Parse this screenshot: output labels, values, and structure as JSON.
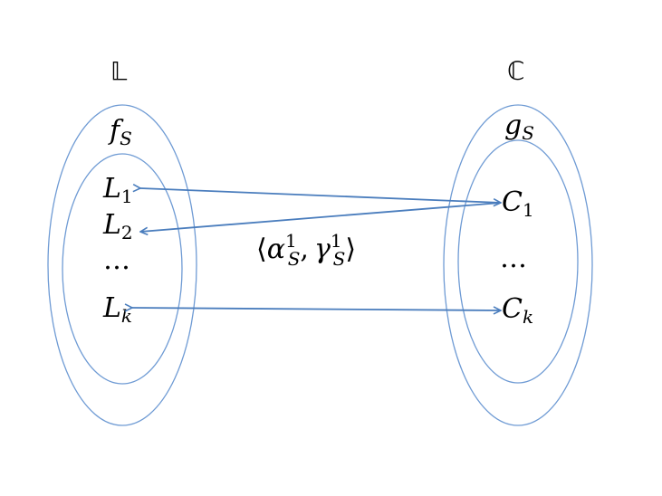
{
  "left_set": {
    "symbol": "𝕃",
    "func": {
      "base": "f",
      "sub": "S"
    },
    "items": [
      {
        "base": "L",
        "sub": "1"
      },
      {
        "base": "L",
        "sub": "2"
      },
      {
        "ellipsis": "…"
      },
      {
        "base": "L",
        "sub": "k"
      }
    ]
  },
  "right_set": {
    "symbol": "ℂ",
    "func": {
      "base": "g",
      "sub": "S"
    },
    "items": [
      {
        "base": "C",
        "sub": "1"
      },
      {
        "ellipsis": "…"
      },
      {
        "base": "C",
        "sub": "k"
      }
    ]
  },
  "mapping_label": {
    "open": "⟨",
    "alpha": "α",
    "sep": ",",
    "gamma": "γ",
    "sup": "1",
    "sub": "S",
    "close": "⟩"
  },
  "colors": {
    "ellipse_stroke": "#6f9bd4",
    "arrow": "#4a7dbd",
    "text": "#000000"
  }
}
